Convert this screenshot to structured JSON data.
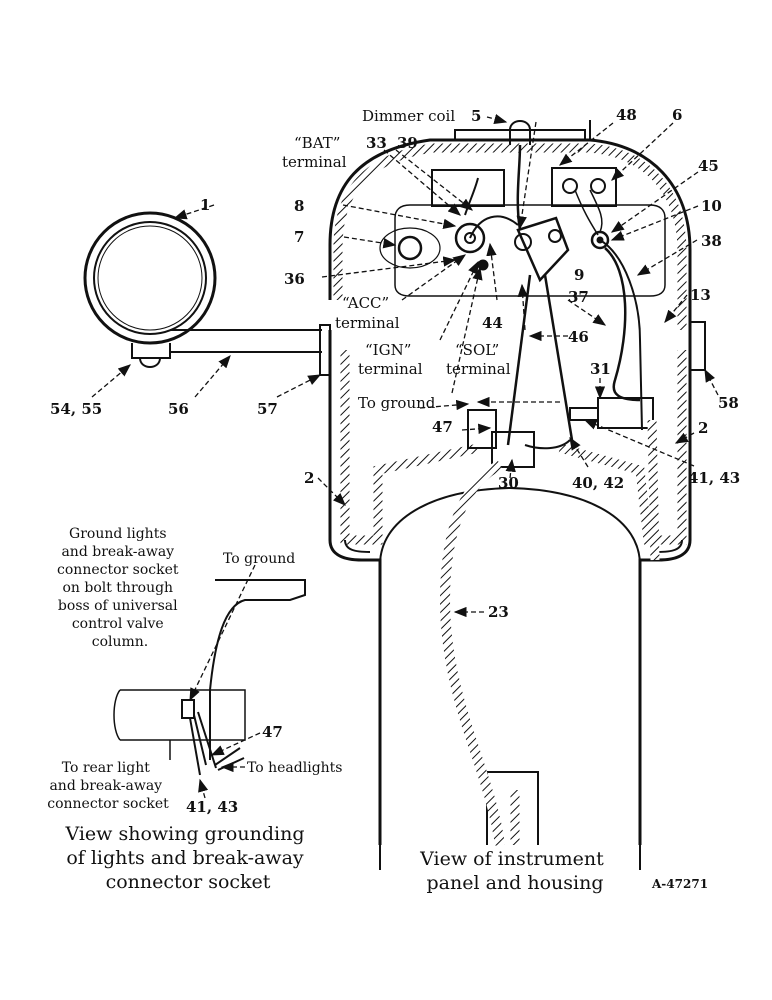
{
  "callouts": {
    "n1": "1",
    "n2a": "2",
    "n2b": "2",
    "n5": "5",
    "n6": "6",
    "n7": "7",
    "n8": "8",
    "n9": "9",
    "n10": "10",
    "n13": "13",
    "n23": "23",
    "n30": "30",
    "n31": "31",
    "n33": "33",
    "n36": "36",
    "n37": "37",
    "n38": "38",
    "n39": "39",
    "n40_42": "40, 42",
    "n41_43a": "41, 43",
    "n41_43b": "41, 43",
    "n44": "44",
    "n45": "45",
    "n46": "46",
    "n47a": "47",
    "n47b": "47",
    "n48": "48",
    "n54_55": "54, 55",
    "n56": "56",
    "n57": "57",
    "n58": "58"
  },
  "terminals": {
    "dimmer": "Dimmer coil",
    "bat_1": "“BAT”",
    "bat_2": "terminal",
    "acc_1": "“ACC”",
    "acc_2": "terminal",
    "ign_1": "“IGN”",
    "ign_2": "terminal",
    "sol_1": "“SOL”",
    "sol_2": "terminal",
    "to_ground_main": "To ground"
  },
  "inset": {
    "note_lines": [
      "Ground lights",
      "and break-away",
      "connector socket",
      "on bolt through",
      "boss of universal",
      "control valve",
      "column."
    ],
    "to_ground": "To ground",
    "to_headlights": "To headlights",
    "rear_lines": [
      "To rear light",
      "and break-away",
      "connector socket"
    ]
  },
  "captions": {
    "left": [
      "View showing grounding",
      "of lights and break-away",
      "connector socket"
    ],
    "right": [
      "View of instrument",
      "panel and housing"
    ],
    "fig_id": "A-47271"
  }
}
